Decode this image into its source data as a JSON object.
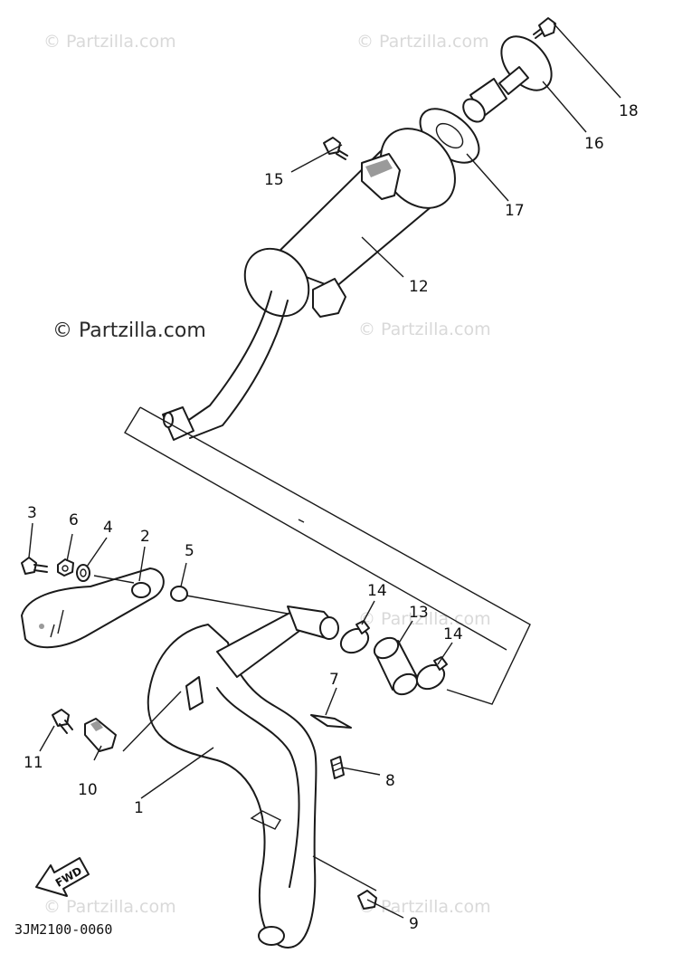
{
  "watermarks": {
    "faint": "© Partzilla.com",
    "main": "© Partzilla.com"
  },
  "callouts": {
    "p1": "1",
    "p2": "2",
    "p3": "3",
    "p4": "4",
    "p5": "5",
    "p6": "6",
    "p7": "7",
    "p8": "8",
    "p9": "9",
    "p10": "10",
    "p11": "11",
    "p12": "12",
    "p13": "13",
    "p14a": "14",
    "p14b": "14",
    "p15": "15",
    "p16": "16",
    "p17": "17",
    "p18": "18"
  },
  "fwd_label": "FWD",
  "diagram_code": "3JM2100-0060"
}
